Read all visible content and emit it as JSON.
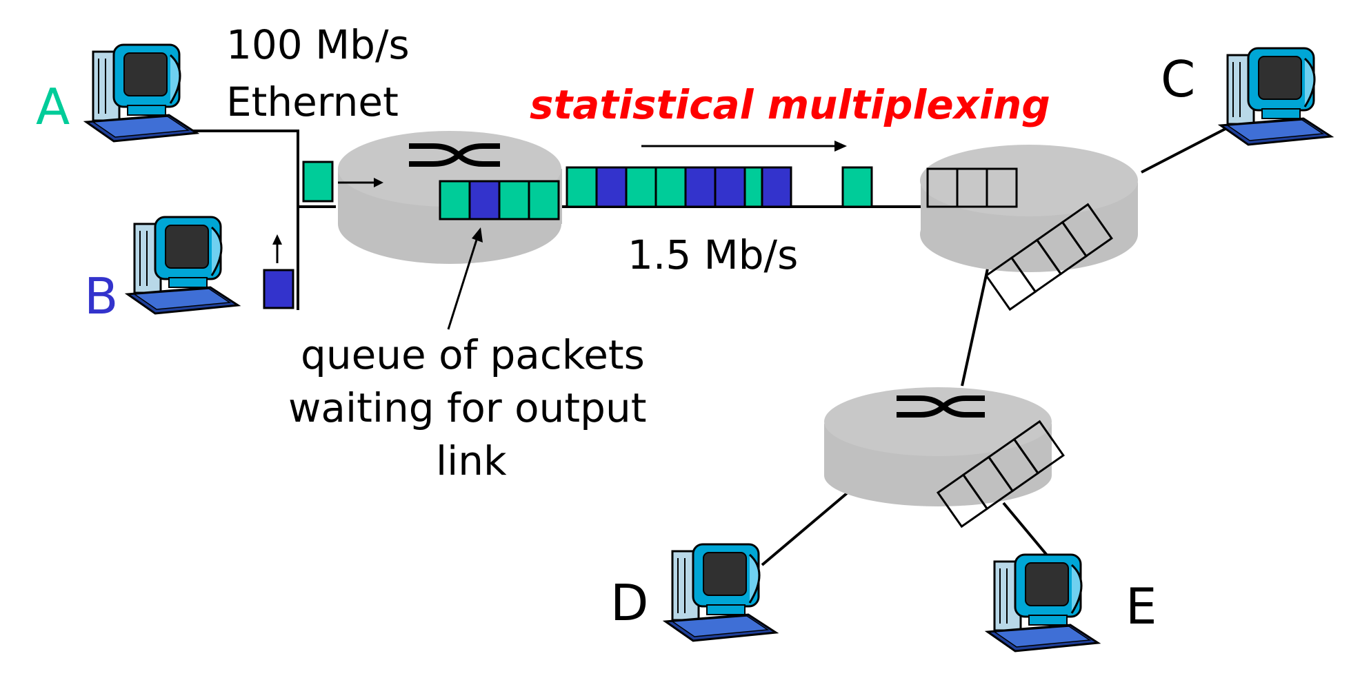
{
  "title": "statistical multiplexing",
  "hosts": {
    "A": "A",
    "B": "B",
    "C": "C",
    "D": "D",
    "E": "E"
  },
  "links": {
    "ethernet_rate": "100 Mb/s",
    "ethernet_type": "Ethernet",
    "output_rate": "1.5 Mb/s"
  },
  "queue_annotation": [
    "queue of packets",
    "waiting for output",
    "link"
  ],
  "colors": {
    "host_a": "#00cc99",
    "host_b": "#3333cc",
    "title": "#ff0000",
    "packet_green": "#00cc99",
    "packet_blue": "#3333cc",
    "router": "#c0c0c0",
    "monitor": "#00a6d6",
    "keyboard": "#1f3f99"
  },
  "packet_stream": [
    "green",
    "blue",
    "green",
    "green",
    "blue",
    "blue",
    "green"
  ],
  "router_queue": [
    "green",
    "blue",
    "green",
    "green"
  ],
  "router_queue_c": [
    "empty",
    "empty",
    "empty"
  ]
}
